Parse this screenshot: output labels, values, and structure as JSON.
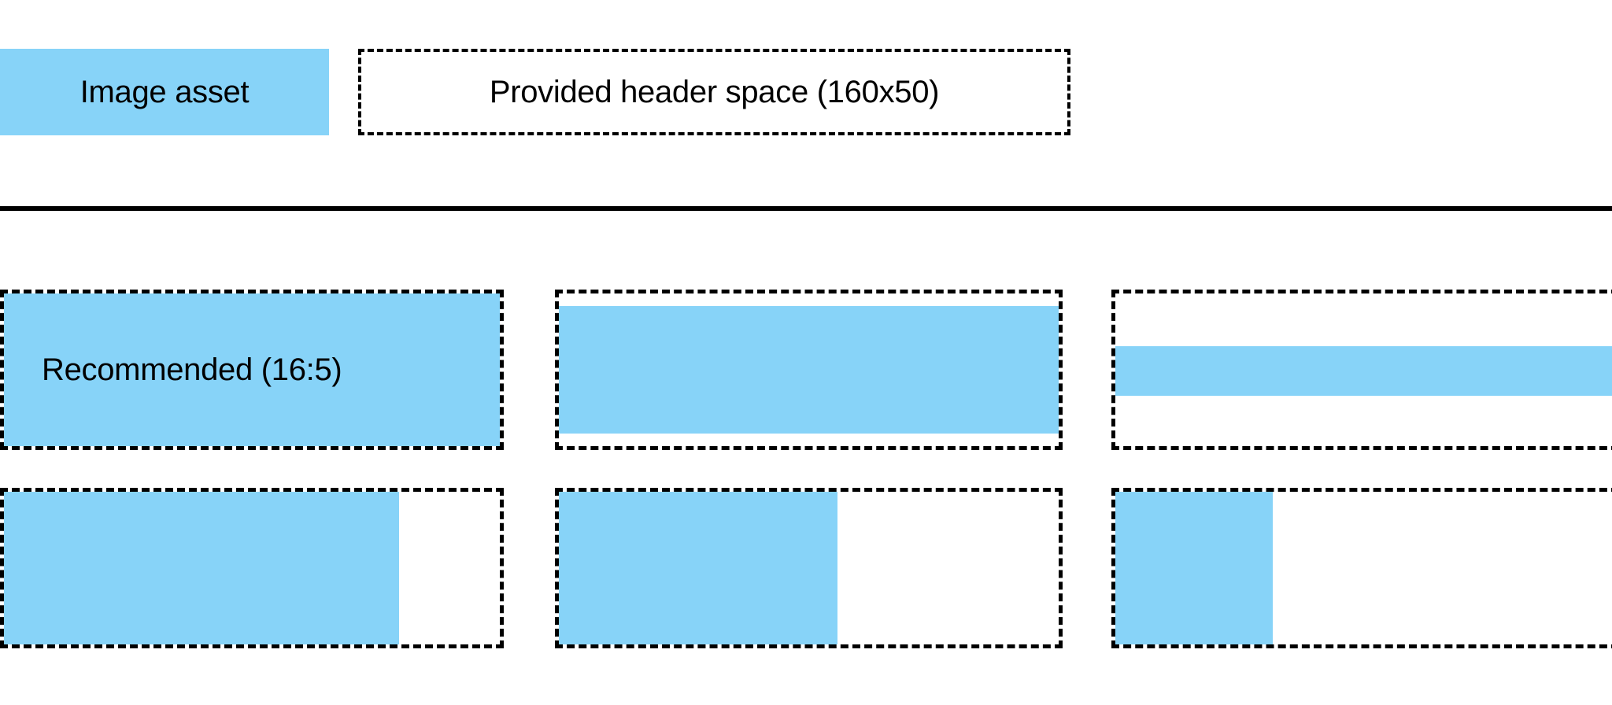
{
  "colors": {
    "asset_fill": "#87d3f8",
    "outline": "#000000",
    "background": "#ffffff",
    "divider": "#000000"
  },
  "header": {
    "legend_swatch_label": "Image asset",
    "provided_space_label": "Provided header space (160x50)",
    "provided_space_width": "160",
    "provided_space_height": "50"
  },
  "examples": {
    "row_recommended": {
      "cells": [
        {
          "label": "Recommended (16:5)",
          "ratio": "16:5",
          "fill": "full-bleed"
        },
        {
          "label": "",
          "ratio": "",
          "fill": "inset-v"
        },
        {
          "label": "",
          "ratio": "",
          "fill": "band"
        }
      ]
    },
    "row_width": {
      "cells": [
        {
          "label": "",
          "fill": "w-78"
        },
        {
          "label": "",
          "fill": "w-55"
        },
        {
          "label": "",
          "fill": "w-31"
        }
      ]
    }
  }
}
